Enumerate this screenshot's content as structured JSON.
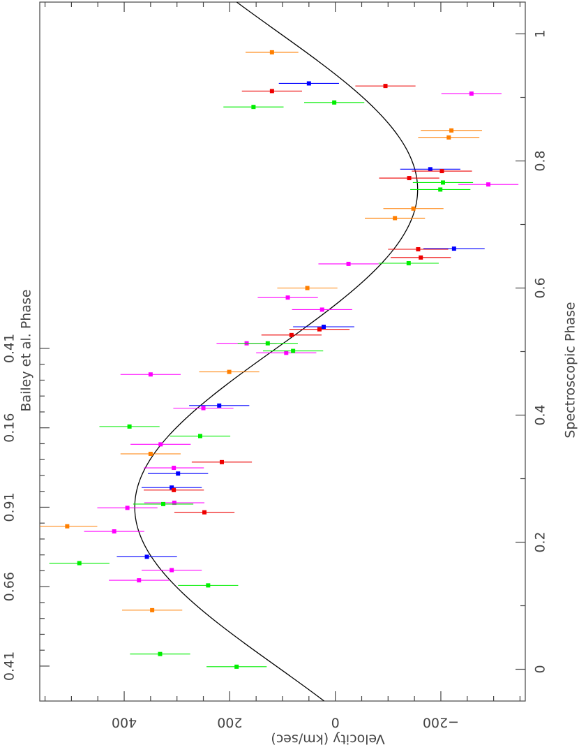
{
  "chart_data": {
    "type": "scatter",
    "orientation": "rotated-90",
    "xlabel": "Velocity (km/sec)",
    "ylabel": "Spectroscopic Phase",
    "top_axis_label": "Bailey et al. Phase",
    "xlim": [
      560,
      -360
    ],
    "ylim": [
      -0.05,
      1.05
    ],
    "x_ticks": [
      400,
      200,
      0,
      -200
    ],
    "x_tick_labels": [
      "400",
      "200",
      "0",
      "−200"
    ],
    "y_ticks": [
      0,
      0.2,
      0.4,
      0.6,
      0.8,
      1
    ],
    "y_tick_labels": [
      "0",
      "0.2",
      "0.4",
      "0.6",
      "0.8",
      "1"
    ],
    "top_ticks": [
      0.0,
      0.25,
      0.5,
      0.75,
      1.0
    ],
    "top_tick_labels": [
      "0.41",
      "0.66",
      "0.91",
      "0.16",
      "0.41"
    ],
    "grid": false,
    "curve": {
      "type": "sinusoid",
      "gamma": 112,
      "amplitude": 268,
      "max_phase": 0.255
    },
    "colors": {
      "orange": "#ff7f00",
      "blue": "#0000ff",
      "red": "#ee0000",
      "magenta": "#ff00ff",
      "green": "#00ee00",
      "curve": "#000000",
      "axis": "#444444"
    },
    "series": [
      {
        "color": "orange",
        "points": [
          [
            120,
            0.971,
            50
          ],
          [
            -220,
            0.848,
            58
          ],
          [
            -215,
            0.837,
            58
          ],
          [
            -148,
            0.725,
            57
          ],
          [
            -113,
            0.71,
            57
          ],
          [
            53,
            0.6,
            57
          ],
          [
            201,
            0.468,
            57
          ],
          [
            350,
            0.339,
            57
          ],
          [
            508,
            0.225,
            57
          ],
          [
            347,
            0.093,
            57
          ]
        ]
      },
      {
        "color": "blue",
        "points": [
          [
            50,
            0.922,
            57
          ],
          [
            -180,
            0.787,
            57
          ],
          [
            -225,
            0.662,
            58
          ],
          [
            22,
            0.539,
            58
          ],
          [
            220,
            0.415,
            57
          ],
          [
            298,
            0.308,
            57
          ],
          [
            310,
            0.286,
            57
          ],
          [
            357,
            0.177,
            57
          ]
        ]
      },
      {
        "color": "red",
        "points": [
          [
            120,
            0.91,
            57
          ],
          [
            -95,
            0.918,
            57
          ],
          [
            -140,
            0.773,
            57
          ],
          [
            -202,
            0.784,
            57
          ],
          [
            -157,
            0.661,
            57
          ],
          [
            -162,
            0.648,
            57
          ],
          [
            30,
            0.535,
            57
          ],
          [
            83,
            0.526,
            57
          ],
          [
            215,
            0.326,
            57
          ],
          [
            306,
            0.282,
            57
          ],
          [
            248,
            0.247,
            57
          ]
        ]
      },
      {
        "color": "magenta",
        "points": [
          [
            -258,
            0.906,
            57
          ],
          [
            -290,
            0.763,
            57
          ],
          [
            -25,
            0.638,
            57
          ],
          [
            90,
            0.585,
            57
          ],
          [
            25,
            0.566,
            57
          ],
          [
            168,
            0.513,
            57
          ],
          [
            93,
            0.498,
            57
          ],
          [
            350,
            0.464,
            57
          ],
          [
            250,
            0.411,
            57
          ],
          [
            331,
            0.354,
            57
          ],
          [
            306,
            0.317,
            57
          ],
          [
            305,
            0.262,
            57
          ],
          [
            394,
            0.254,
            57
          ],
          [
            419,
            0.217,
            57
          ],
          [
            310,
            0.156,
            57
          ],
          [
            372,
            0.14,
            57
          ]
        ]
      },
      {
        "color": "green",
        "points": [
          [
            155,
            0.885,
            57
          ],
          [
            2,
            0.892,
            57
          ],
          [
            -204,
            0.766,
            57
          ],
          [
            -199,
            0.755,
            57
          ],
          [
            -139,
            0.639,
            57
          ],
          [
            80,
            0.501,
            57
          ],
          [
            128,
            0.513,
            57
          ],
          [
            390,
            0.382,
            57
          ],
          [
            256,
            0.367,
            57
          ],
          [
            326,
            0.26,
            57
          ],
          [
            485,
            0.167,
            57
          ],
          [
            241,
            0.132,
            57
          ],
          [
            332,
            0.024,
            57
          ],
          [
            187,
            0.004,
            57
          ]
        ]
      }
    ]
  }
}
